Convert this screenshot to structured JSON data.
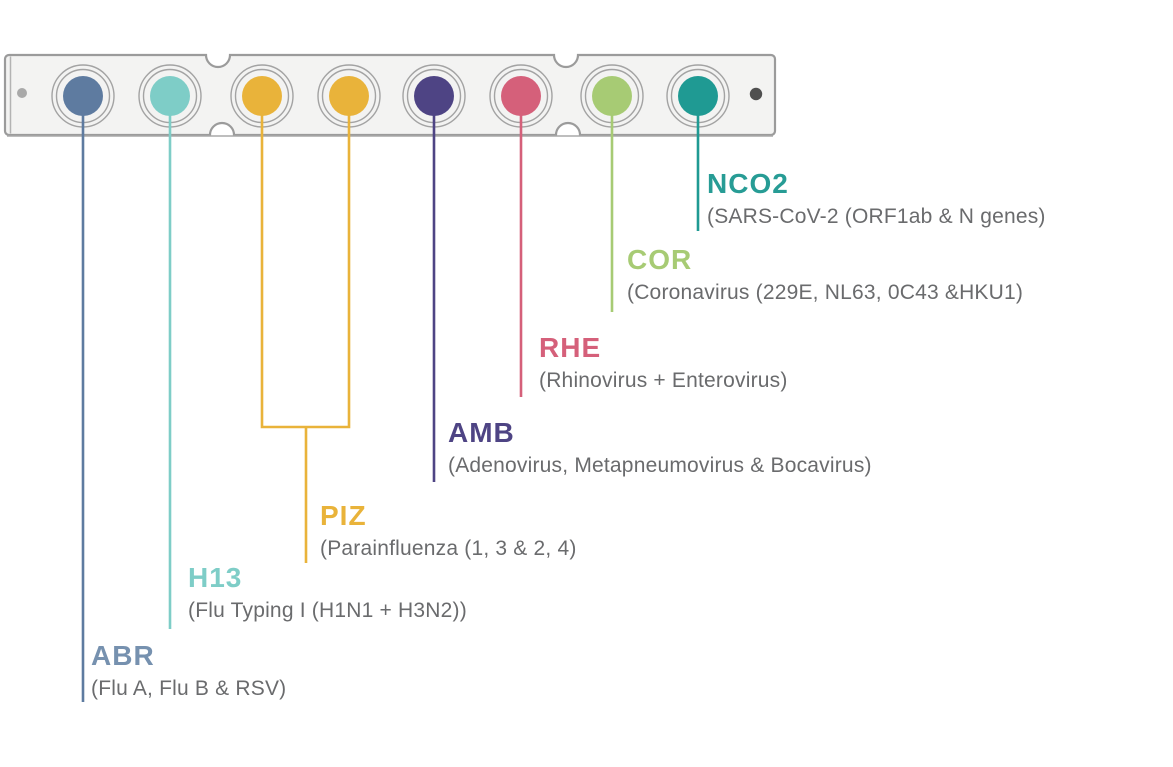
{
  "strip": {
    "fill_color": "#f3f3f2",
    "border_color": "#9b9b9b",
    "inner_edge_color": "#b3b3b3",
    "ring_color": "#a3a3a3",
    "left_dot_color": "#a9a9a9",
    "right_dot_color": "#4f4f4f"
  },
  "wells": [
    {
      "name": "well-1-abr",
      "color": "#5e7ba0"
    },
    {
      "name": "well-2-h13",
      "color": "#7ecdc7"
    },
    {
      "name": "well-3-piz",
      "color": "#e9b33a"
    },
    {
      "name": "well-4-piz",
      "color": "#e9b33a"
    },
    {
      "name": "well-5-amb",
      "color": "#4e4484"
    },
    {
      "name": "well-6-rhe",
      "color": "#d5607a"
    },
    {
      "name": "well-7-cor",
      "color": "#a7cb74"
    },
    {
      "name": "well-8-nco2",
      "color": "#1f9a93"
    }
  ],
  "labels": [
    {
      "code": "NCO2",
      "description": "(SARS-CoV-2 (ORF1ab & N genes)",
      "color": "#279c95",
      "line_color": "#1f9a93"
    },
    {
      "code": "COR",
      "description": "(Coronavirus (229E, NL63, 0C43 &HKU1)",
      "color": "#a7cb74",
      "line_color": "#a7cb74"
    },
    {
      "code": "RHE",
      "description": "(Rhinovirus + Enterovirus)",
      "color": "#d5607a",
      "line_color": "#d5607a"
    },
    {
      "code": "AMB",
      "description": "(Adenovirus, Metapneumovirus & Bocavirus)",
      "color": "#4e4484",
      "line_color": "#4e4484"
    },
    {
      "code": "PIZ",
      "description": "(Parainfluenza (1, 3 & 2, 4)",
      "color": "#e9b33a",
      "line_color": "#e9b33a"
    },
    {
      "code": "H13",
      "description": "(Flu Typing I (H1N1 + H3N2))",
      "color": "#7ecdc7",
      "line_color": "#7ecdc7"
    },
    {
      "code": "ABR",
      "description": "(Flu A, Flu B & RSV)",
      "color": "#7691af",
      "line_color": "#5e7ba0"
    }
  ]
}
